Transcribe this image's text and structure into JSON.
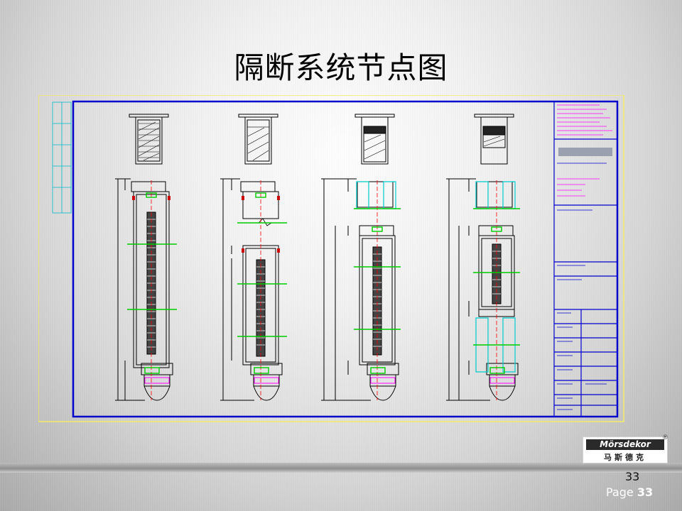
{
  "slide": {
    "title": "隔断系统节点图",
    "slide_number": "33",
    "page_label": "Page",
    "page_number": "33"
  },
  "logo": {
    "name_latin": "Mörsdekor",
    "name_chinese": "马斯德克",
    "registered_mark": "®"
  },
  "colors": {
    "outer_frame": "#f2ea66",
    "inner_frame": "#0000cc",
    "section_lines": "#000000",
    "dimension_lines": "#000000",
    "glass_hatch": "#000000",
    "green_annotation": "#00cc00",
    "red_axis": "#ff0000",
    "cyan_profile": "#00cccc",
    "magenta_base": "#ff00ff",
    "title_block_text": "#ff00ff"
  }
}
